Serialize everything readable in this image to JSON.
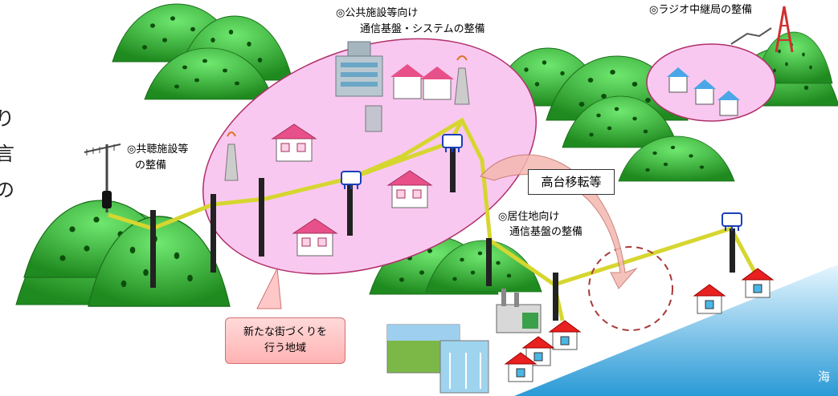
{
  "labels": {
    "public_facility_line1": "◎公共施設等向け",
    "public_facility_line2": "通信基盤・システムの整備",
    "radio_relay": "◎ラジオ中継局の整備",
    "shared_reception_line1": "◎共聴施設等",
    "shared_reception_line2": "の整備",
    "residential_line1": "◎居住地向け",
    "residential_line2": "通信基盤の整備",
    "relocation": "高台移転等",
    "new_town_line1": "新たな街づくりを",
    "new_town_line2": "行う地域",
    "sea": "海",
    "cut_text": [
      "り",
      "言",
      "の"
    ]
  },
  "colors": {
    "mountain_dark": "#1f8a1f",
    "mountain_light": "#3fd13f",
    "cable": "#d6d630",
    "zone_fill": "#f9c8f0",
    "zone_stroke": "#b0306a",
    "sea": "#2a9ad6",
    "house_roof_red": "#e82020",
    "house_roof_pink": "#e8508a"
  }
}
